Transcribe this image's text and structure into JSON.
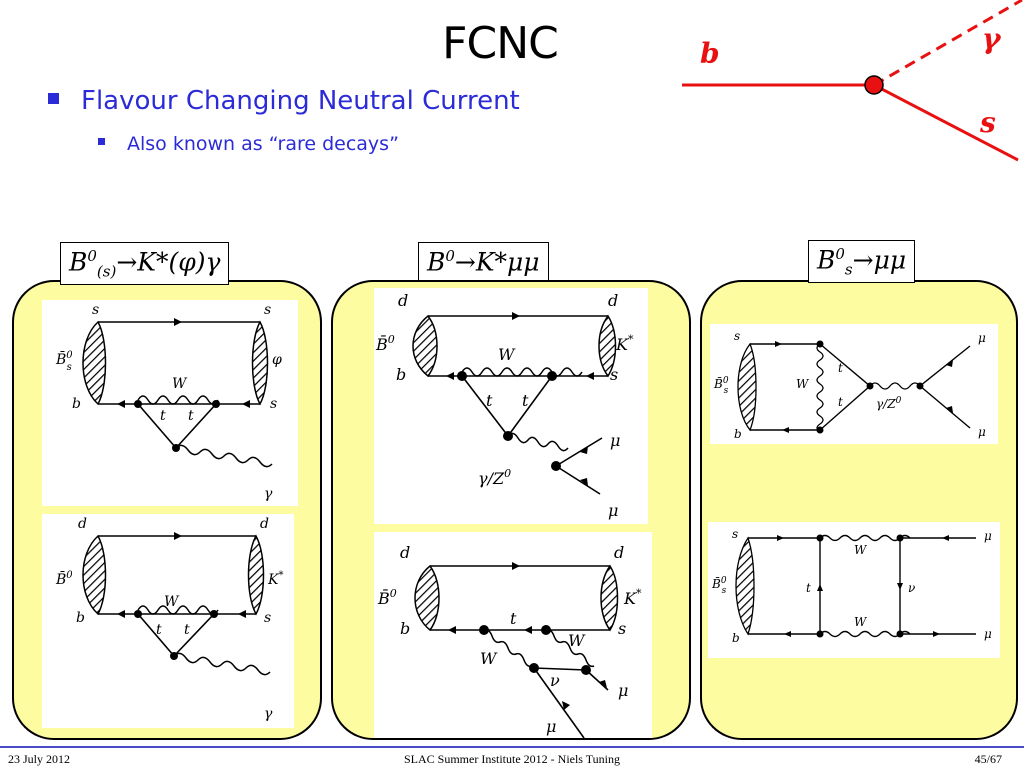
{
  "slide": {
    "title": "FCNC",
    "bullet_main": "Flavour Changing Neutral Current",
    "bullet_sub": "Also known as “rare decays”"
  },
  "vertex_diagram": {
    "in_label": "b",
    "out_label": "s",
    "photon_label": "γ"
  },
  "panels": {
    "left": {
      "process_a": "B",
      "process_a_sup": "0",
      "process_a_sub": "(s)",
      "process_b": "→K*(φ)γ"
    },
    "middle": {
      "process_a": "B",
      "process_a_sup": "0",
      "process_b": "→K*μμ"
    },
    "right": {
      "process_a": "B",
      "process_a_sup": "0",
      "process_a_sub": "s",
      "process_b": "→μμ"
    }
  },
  "diagrams": {
    "phi_gamma": {
      "top_left": "s",
      "top_right": "s",
      "meson_in": "B̄",
      "meson_in_sup": "0",
      "meson_in_sub": "s",
      "meson_out": "φ",
      "bot_left": "b",
      "bot_right": "s",
      "boson": "W",
      "top1": "t",
      "top2": "t",
      "photon": "γ"
    },
    "kstar_gamma": {
      "top_left": "d",
      "top_right": "d",
      "meson_in": "B̄",
      "meson_in_sup": "0",
      "meson_out": "K",
      "meson_out_sup": "*",
      "bot_left": "b",
      "bot_right": "s",
      "boson": "W",
      "top1": "t",
      "top2": "t",
      "photon": "γ"
    },
    "kstar_mumu_penguin": {
      "top_left": "d",
      "top_right": "d",
      "meson_in": "B̄",
      "meson_in_sup": "0",
      "meson_out": "K",
      "meson_out_sup": "*",
      "bot_left": "b",
      "bot_right": "s",
      "boson": "W",
      "top1": "t",
      "top2": "t",
      "gz": "γ/Z",
      "gz_sup": "0",
      "mu1": "μ",
      "mu2": "μ"
    },
    "kstar_mumu_box": {
      "top_left": "d",
      "top_right": "d",
      "meson_in": "B̄",
      "meson_in_sup": "0",
      "meson_out": "K",
      "meson_out_sup": "*",
      "bot_left": "b",
      "bot_right": "s",
      "top": "t",
      "w1": "W",
      "w2": "W",
      "nu": "ν",
      "mu1": "μ",
      "mu2": "μ"
    },
    "bs_mumu_penguin": {
      "top_left": "s",
      "meson_in": "B̄",
      "meson_in_sup": "0",
      "meson_in_sub": "s",
      "bot_left": "b",
      "w": "W",
      "t1": "t",
      "t2": "t",
      "gz": "γ/Z",
      "gz_sup": "0",
      "mu1": "μ",
      "mu2": "μ"
    },
    "bs_mumu_box": {
      "top_left": "s",
      "meson_in": "B̄",
      "meson_in_sup": "0",
      "meson_in_sub": "s",
      "bot_left": "b",
      "w1": "W",
      "w2": "W",
      "t": "t",
      "nu": "ν",
      "mu1": "μ",
      "mu2": "μ"
    }
  },
  "footer": {
    "date": "23 July 2012",
    "center": "SLAC Summer Institute 2012 - Niels Tuning",
    "page": "45/67"
  },
  "colors": {
    "accent_blue": "#2b2bd8",
    "panel_fill": "#fefca0",
    "vertex_red": "#e81010"
  }
}
